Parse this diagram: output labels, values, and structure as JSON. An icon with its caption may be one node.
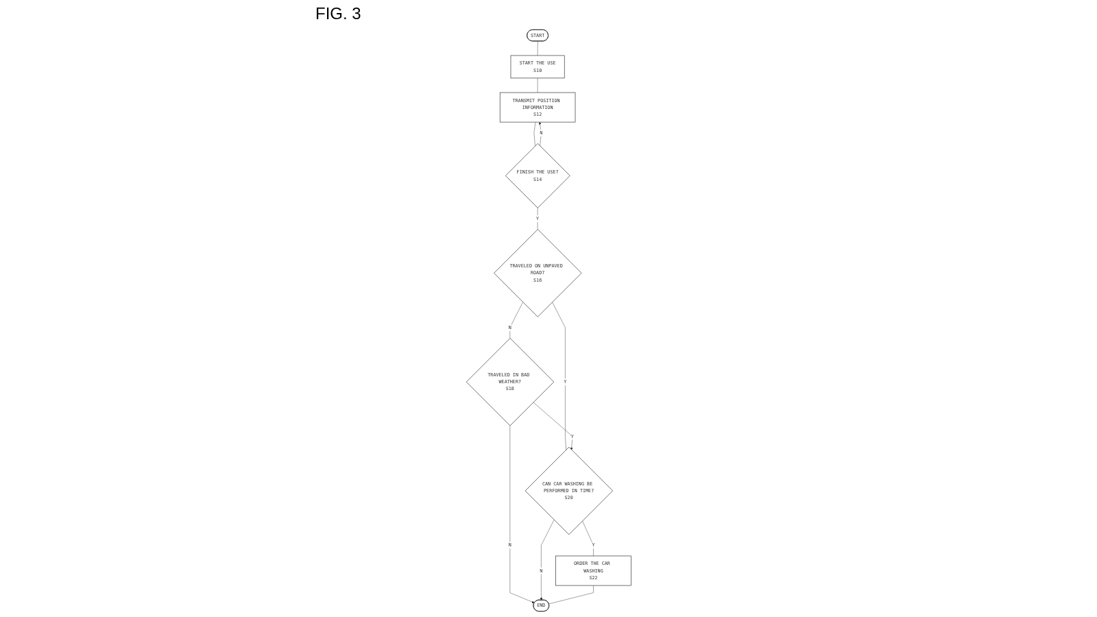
{
  "diagram": {
    "title": "FIG. 3",
    "nodes": [
      {
        "text": [
          "START"
        ]
      },
      {
        "text": [
          "START THE USE",
          "S10"
        ]
      },
      {
        "text": [
          "TRANSMIT POSITION INFORMATION",
          "S12"
        ]
      },
      {
        "text": [
          "FINISH THE USE?",
          "S14"
        ]
      },
      {
        "text": [
          "TRAVELED ON UNPAVED ROAD?",
          "S16"
        ]
      },
      {
        "text": [
          "TRAVELED IN BAD WEATHER?",
          "S18"
        ]
      },
      {
        "text": [
          "CAN CAR WASHING BE PERFORMED IN TIME?",
          "S20"
        ]
      },
      {
        "text": [
          "ORDER THE CAR WASHING",
          "S22"
        ]
      },
      {
        "text": [
          "END"
        ]
      }
    ],
    "edges": [
      {
        "from": 0,
        "to": 1,
        "arrow": "none"
      },
      {
        "from": 1,
        "to": 2,
        "arrow": "none"
      },
      {
        "from": 2,
        "to": 3,
        "arrow": "none"
      },
      {
        "from": 3,
        "to": 2,
        "arrow": "to",
        "label": "N"
      },
      {
        "from": 3,
        "to": 4,
        "arrow": "none",
        "label": "Y"
      },
      {
        "from": 4,
        "to": 5,
        "arrow": "none",
        "label": "N"
      },
      {
        "from": 4,
        "to": 6,
        "arrow": "none",
        "label": "Y"
      },
      {
        "from": 5,
        "to": 6,
        "arrow": "to",
        "label": "Y"
      },
      {
        "from": 5,
        "to": 8,
        "arrow": "to",
        "label": "N"
      },
      {
        "from": 6,
        "to": 8,
        "arrow": "to",
        "label": "N"
      },
      {
        "from": 6,
        "to": 7,
        "arrow": "none",
        "label": "Y"
      },
      {
        "from": 7,
        "to": 8,
        "arrow": "none"
      }
    ]
  }
}
